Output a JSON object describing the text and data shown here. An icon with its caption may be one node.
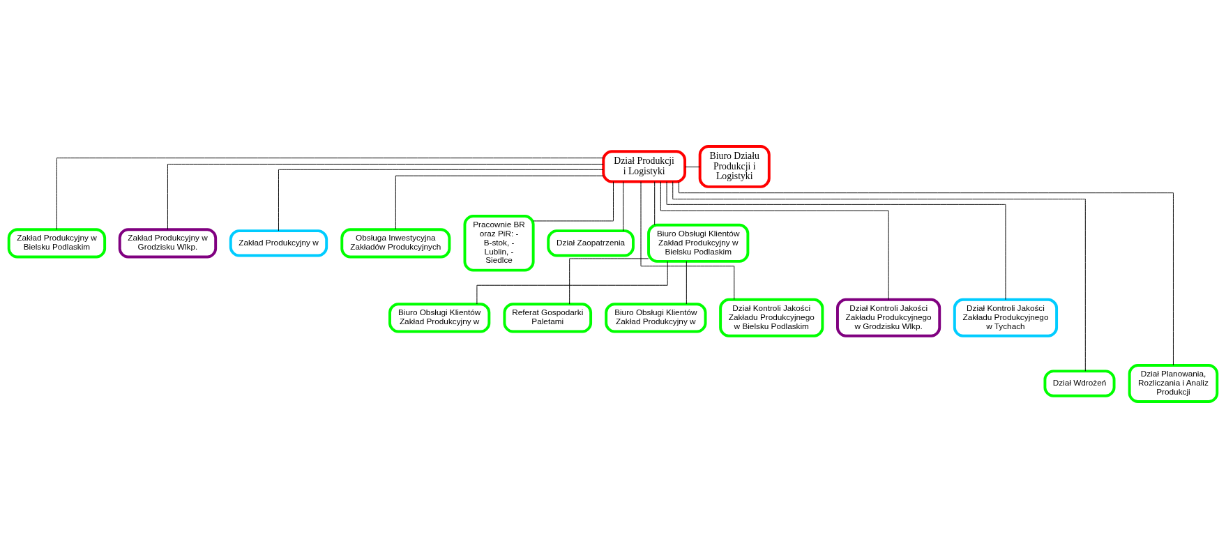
{
  "diagram": {
    "nodes": [
      {
        "text": [
          "Dział Produkcji i Logistyki"
        ]
      },
      {
        "text": [
          "Biuro Działu Produkcji i Logistyki"
        ]
      },
      {
        "text": [
          "Zakład Produkcyjny w Bielsku Podlaskim"
        ]
      },
      {
        "text": [
          "Zakład Produkcyjny w Grodzisku Wlkp."
        ]
      },
      {
        "text": [
          "Zakład Produkcyjny w"
        ]
      },
      {
        "text": [
          "Obsługa Inwestycyjna Zakładów Produkcyjnych"
        ]
      },
      {
        "text": [
          "Pracownie BR oraz PiR: - B-stok, - Lublin, - Siedlce"
        ]
      },
      {
        "text": [
          "Dział Zaopatrzenia"
        ]
      },
      {
        "text": [
          "Biuro Obsługi Klientów Zakład Produkcyjny w Bielsku Podlaskim"
        ]
      },
      {
        "text": [
          "Dział Kontroli Jakości Zakładu Produkcyjnego w Bielsku Podlaskim"
        ]
      },
      {
        "text": [
          "Dział Kontroli Jakości Zakładu Produkcyjnego w Grodzisku Wlkp."
        ]
      },
      {
        "text": [
          "Dział Kontroli Jakości Zakładu Produkcyjnego w Tychach"
        ]
      },
      {
        "text": [
          "Biuro Obsługi Klientów Zakład Produkcyjny w"
        ]
      },
      {
        "text": [
          "Referat Gospodarki Paletami"
        ]
      },
      {
        "text": [
          "Biuro Obsługi Klientów Zakład Produkcyjny w"
        ]
      },
      {
        "text": [
          "Dział Wdrożeń"
        ]
      },
      {
        "text": [
          "Dział Planowania, Rozliczania i Analiz Produkcji"
        ]
      }
    ],
    "edges": [
      {
        "from": 0,
        "to": 1,
        "arrow": "none"
      },
      {
        "from": 0,
        "to": 2,
        "arrow": "none"
      },
      {
        "from": 0,
        "to": 3,
        "arrow": "none"
      },
      {
        "from": 0,
        "to": 4,
        "arrow": "none"
      },
      {
        "from": 0,
        "to": 8,
        "arrow": "none"
      },
      {
        "from": 0,
        "to": 5,
        "arrow": "none"
      },
      {
        "from": 0,
        "to": 6,
        "arrow": "none"
      },
      {
        "from": 0,
        "to": 7,
        "arrow": "none"
      },
      {
        "from": 0,
        "to": 9,
        "arrow": "none"
      },
      {
        "from": 0,
        "to": 10,
        "arrow": "none"
      },
      {
        "from": 0,
        "to": 11,
        "arrow": "none"
      },
      {
        "from": 0,
        "to": 15,
        "arrow": "none"
      },
      {
        "from": 0,
        "to": 16,
        "arrow": "none"
      },
      {
        "from": 8,
        "to": 12,
        "arrow": "none"
      },
      {
        "from": 8,
        "to": 13,
        "arrow": "none"
      },
      {
        "from": 8,
        "to": 14,
        "arrow": "none"
      }
    ]
  }
}
